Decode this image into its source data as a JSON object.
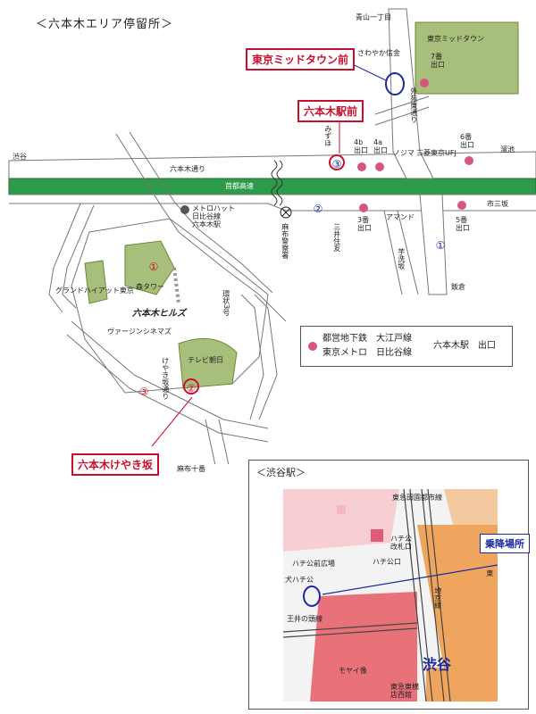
{
  "page_title": "＜六本木エリア停留所＞",
  "stops": {
    "midtown_mae": "東京ミッドタウン前",
    "roppongi_eki_mae": "六本木駅前",
    "keyakizaka": "六本木けやき坂"
  },
  "area_labels": {
    "shibuya": "渋谷",
    "roppongi_dori": "六本木通り",
    "shuto_expressway": "首都高速",
    "tameike": "溜池",
    "aoyama_itchome": "青山一丁目",
    "sawayaka_shinkin": "さわやか信金",
    "tokyo_midtown": "東京ミッドタウン",
    "exit_7": "7番\n出口",
    "gaien_higashi_dori": "外苑東通り",
    "mizuho": "みずほ",
    "exit_4b": "4b\n出口",
    "exit_4a": "4a\n出口",
    "nojima": "ノジマ",
    "mufg": "三菱東京UFJ",
    "exit_6": "6番\n出口",
    "shi_sanzaka": "市三坂",
    "exit_3": "3番\n出口",
    "almond": "アマンド",
    "exit_5": "5番\n出口",
    "imoaraizaka": "芋洗坂",
    "iikura": "飯倉",
    "azabu_police": "麻布警察署",
    "mitsui_sumitomo": "三井住友",
    "metro_hat": "メトロハット\n日比谷線\n六本木駅",
    "grand_hyatt": "グランドハイアット東京",
    "mori_tower": "森タワー",
    "roppongi_hills": "六本木ヒルズ",
    "virgin_cinemas": "ヴァージンシネマズ",
    "tv_asahi": "テレビ朝日",
    "keyakizaka_dori": "けやき坂通り",
    "kanjo_3": "環状3号",
    "azabu_juban": "麻布十番"
  },
  "numbers": {
    "one": "①",
    "two": "②",
    "three": "③"
  },
  "legend": {
    "line1": "都営地下鉄　大江戸線",
    "line2": "東京メトロ　日比谷線",
    "suffix": "六本木駅　出口"
  },
  "inset": {
    "title": "＜渋谷駅＞",
    "toyoko_line": "東急田園都市線",
    "hachiko_guchi_kobo": "ハチ公\n改札口",
    "hachiko_guchi": "ハチ公口",
    "hachiko_hiroba": "ハチ公前広場",
    "hachiko": "犬ハチ公",
    "inokashira_line": "王井の頭線",
    "moyai": "モヤイ像",
    "shibuya": "渋谷",
    "toyoko_dept": "東急東横\n店西館",
    "boarding_place": "乗降場所",
    "saikyo": "埼京線",
    "east_text": "東"
  },
  "colors": {
    "expressway": "#2e9b4a",
    "stop_red": "#c8102e",
    "circle_blue": "#1a2aa0",
    "building_green": "#a7bf7a",
    "exit_pink": "#d9557d"
  }
}
